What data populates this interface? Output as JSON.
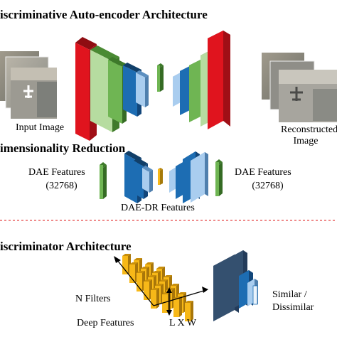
{
  "sections": {
    "dae": {
      "title": "iscriminative Auto-encoder Architecture",
      "input_label": "Input Image",
      "output_label_line1": "Reconstructed",
      "output_label_line2": "Image"
    },
    "dr": {
      "title": "imensionality Reduction",
      "left_label_line1": "DAE Features",
      "left_label_line2": "(32768)",
      "right_label_line1": "DAE Features",
      "right_label_line2": "(32768)",
      "bottom_label": "DAE-DR Features"
    },
    "disc": {
      "title": "iscriminator Architecture",
      "filters_label": "N Filters",
      "deep_label": "Deep Features",
      "dims_label": "L X W",
      "output_line1": "Similar /",
      "output_line2": "Dissimilar"
    }
  },
  "colors": {
    "red": "#e0141e",
    "green": "#6fb553",
    "light_green": "#b6dca0",
    "blue": "#1d6db3",
    "light_blue": "#a9cdef",
    "navy": "#34506f",
    "yellow": "#f7b818",
    "divider": "#e54646"
  }
}
